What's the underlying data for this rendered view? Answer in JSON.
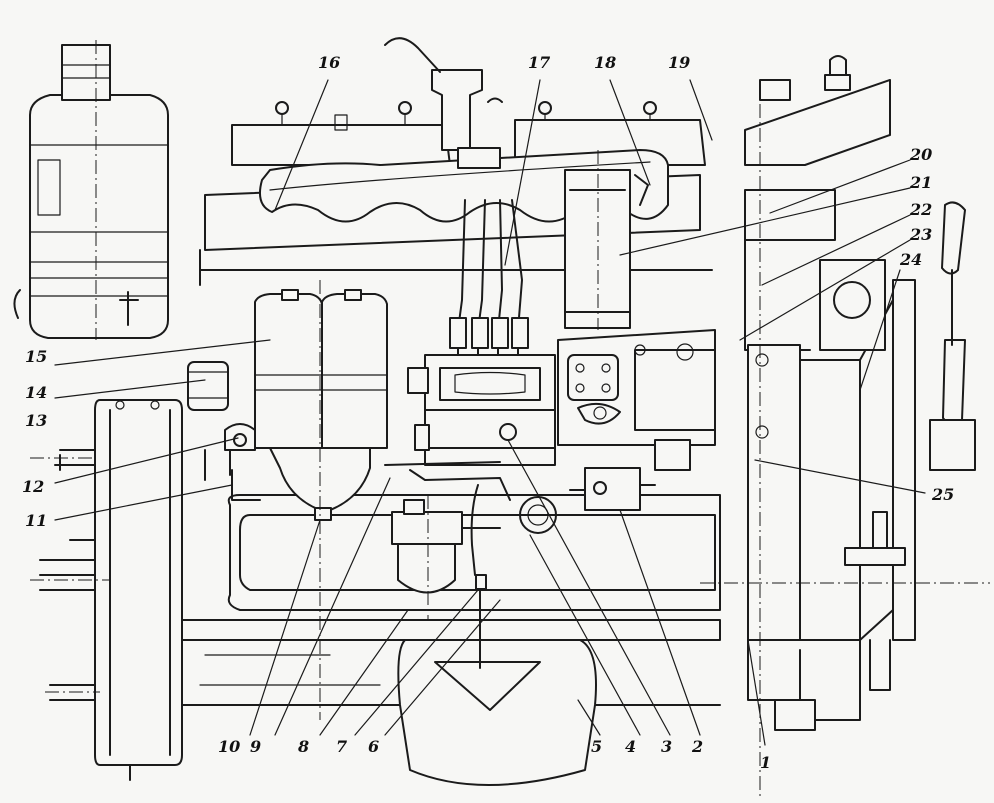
{
  "diagram": {
    "labels": [
      "1",
      "2",
      "3",
      "4",
      "5",
      "6",
      "7",
      "8",
      "9",
      "10",
      "11",
      "12",
      "13",
      "14",
      "15",
      "16",
      "17",
      "18",
      "19",
      "20",
      "21",
      "22",
      "23",
      "24",
      "25"
    ]
  }
}
